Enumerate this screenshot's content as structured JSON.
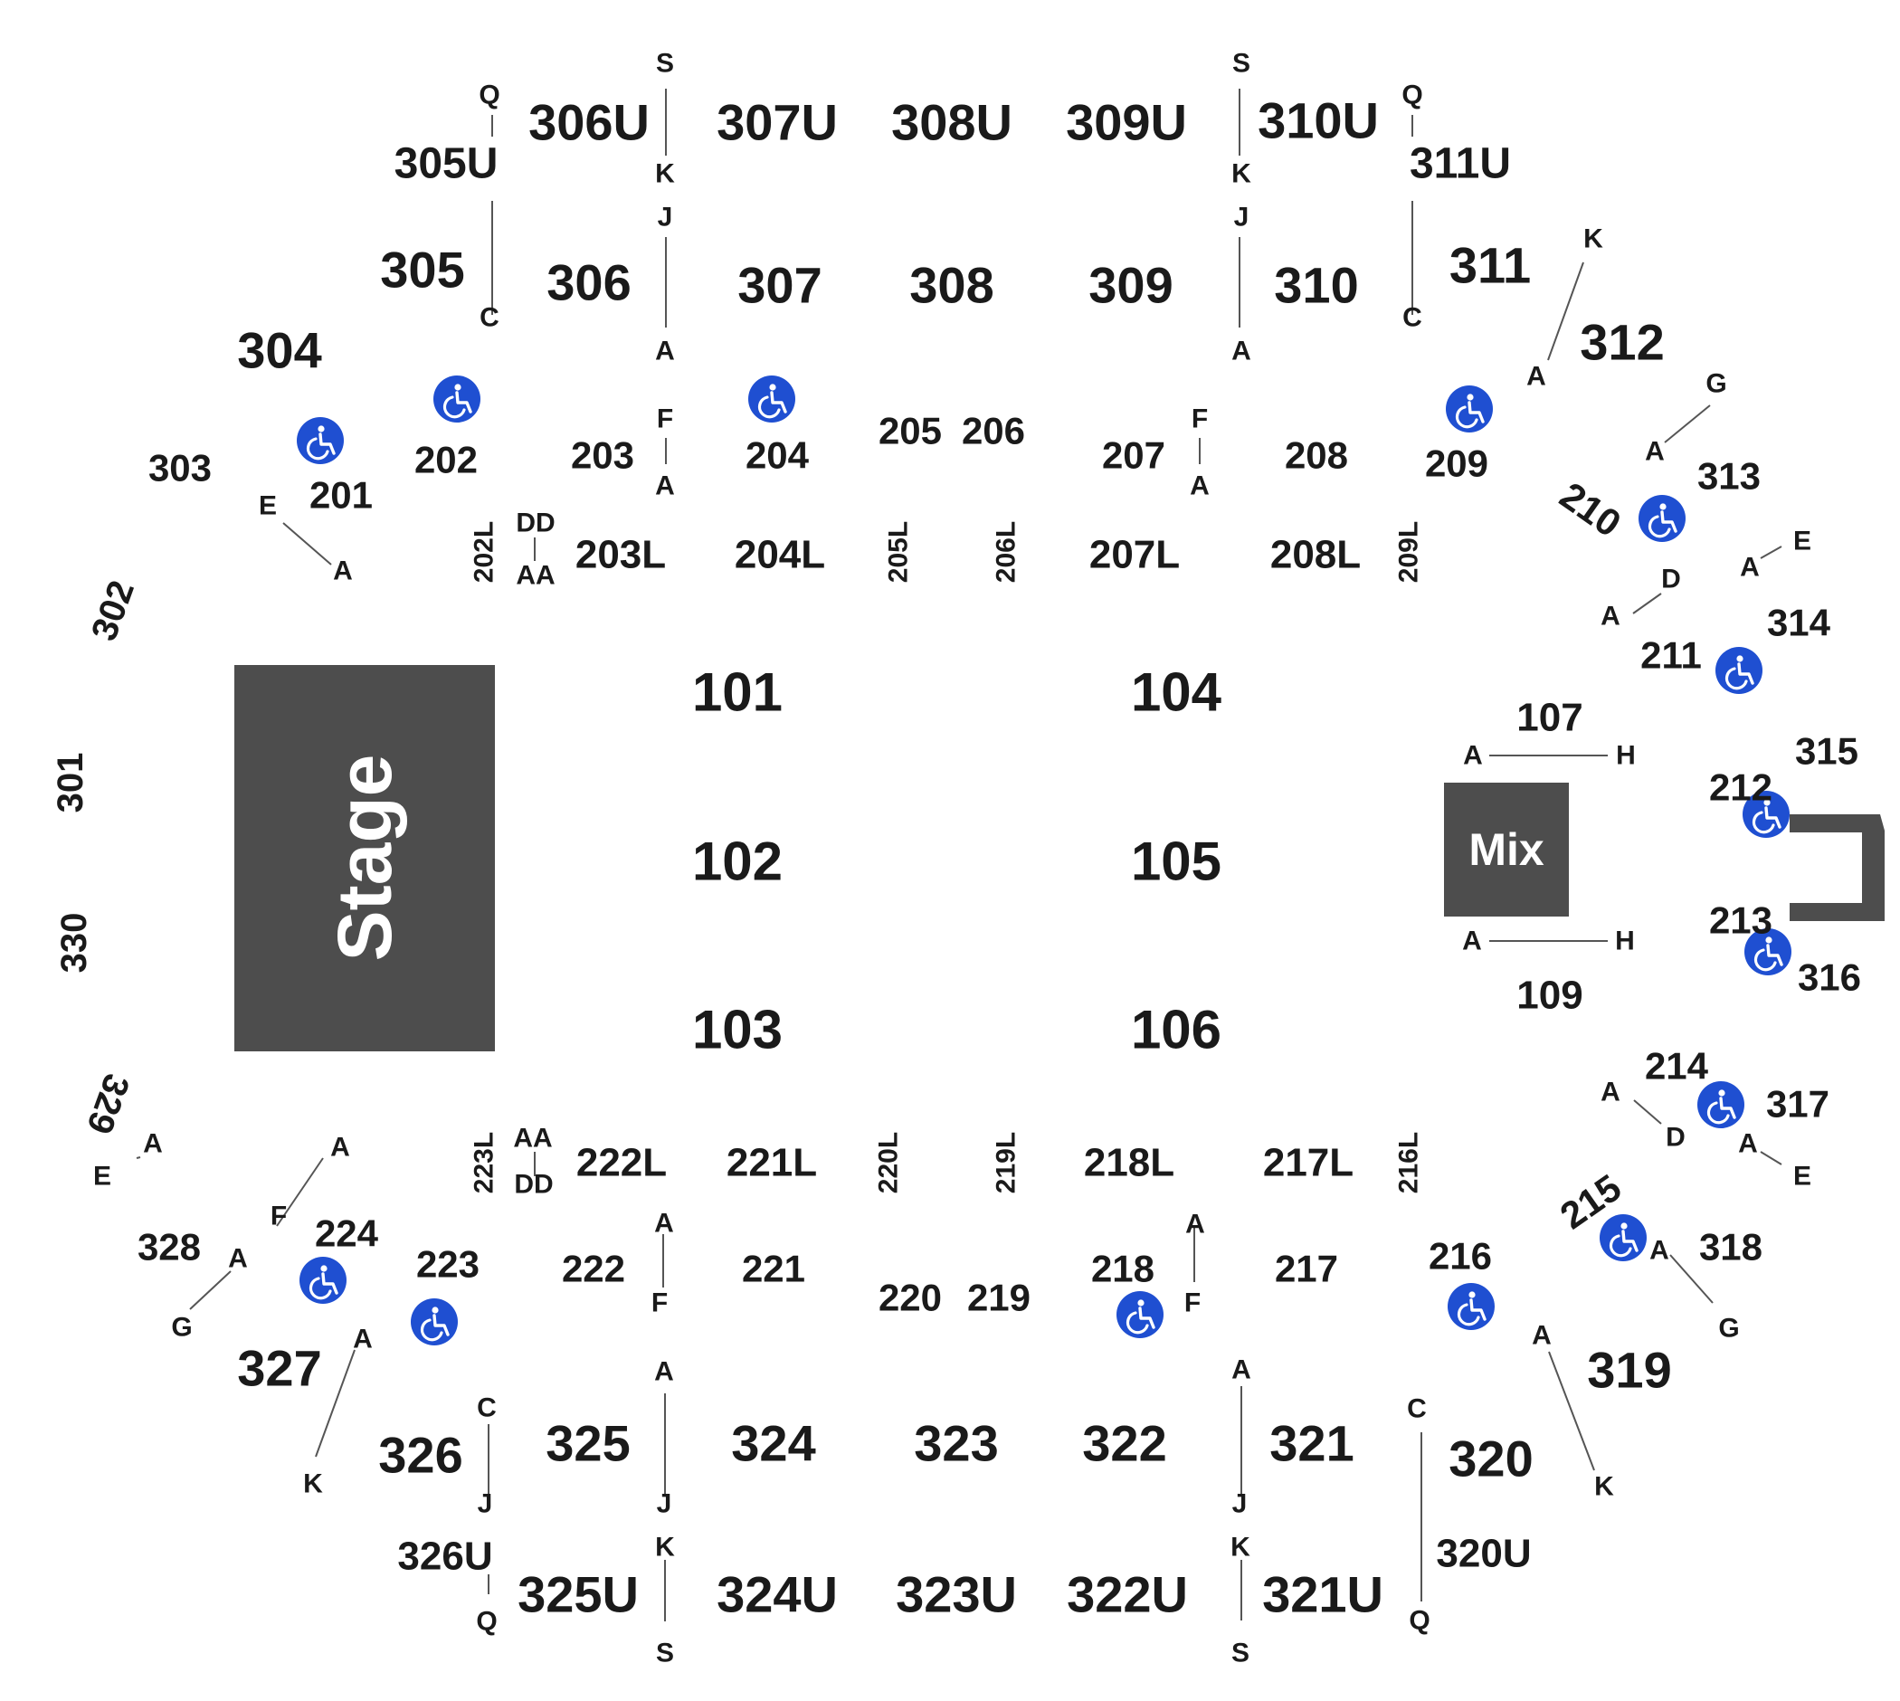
{
  "stage": {
    "label": "Stage"
  },
  "mix": {
    "label": "Mix"
  },
  "colors": {
    "block": "#4d4d4d",
    "accessible": "#1f4fd1",
    "text": "#1a1a1a",
    "line": "#555555"
  },
  "icons": {
    "accessible": "wheelchair-icon"
  },
  "floor_sections": [
    "101",
    "102",
    "103",
    "104",
    "105",
    "106",
    "107",
    "109"
  ],
  "sections_200": [
    "201",
    "202",
    "203",
    "204",
    "205",
    "206",
    "207",
    "208",
    "209",
    "210",
    "211",
    "212",
    "213",
    "214",
    "215",
    "216",
    "217",
    "218",
    "219",
    "220",
    "221",
    "222",
    "223",
    "224"
  ],
  "loge_sections": [
    "202L",
    "203L",
    "204L",
    "205L",
    "206L",
    "207L",
    "208L",
    "209L",
    "216L",
    "217L",
    "218L",
    "219L",
    "220L",
    "221L",
    "222L",
    "223L"
  ],
  "sections_300": [
    "301",
    "302",
    "303",
    "304",
    "305",
    "306",
    "307",
    "308",
    "309",
    "310",
    "311",
    "312",
    "313",
    "314",
    "315",
    "316",
    "317",
    "318",
    "319",
    "320",
    "321",
    "322",
    "323",
    "324",
    "325",
    "326",
    "327",
    "328",
    "329",
    "330"
  ],
  "upper_sections": [
    "305U",
    "306U",
    "307U",
    "308U",
    "309U",
    "310U",
    "311U",
    "320U",
    "321U",
    "322U",
    "323U",
    "324U",
    "325U",
    "326U"
  ],
  "row_markers": [
    "A",
    "C",
    "D",
    "E",
    "F",
    "G",
    "H",
    "J",
    "K",
    "Q",
    "S",
    "AA",
    "DD"
  ]
}
